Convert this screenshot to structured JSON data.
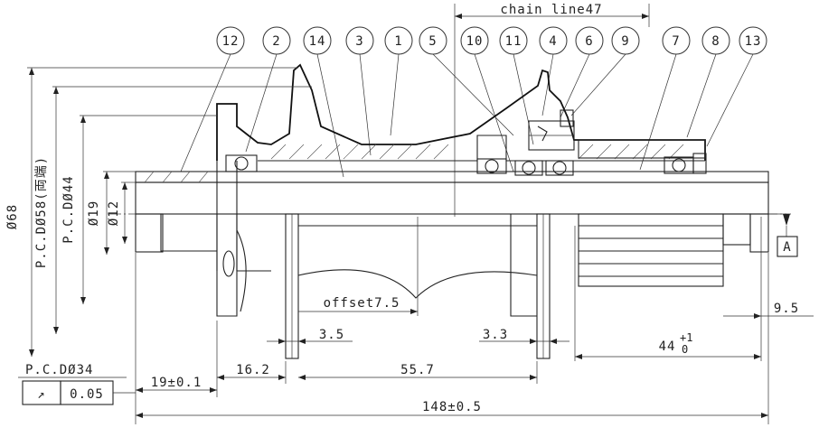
{
  "balloons": [
    "12",
    "2",
    "14",
    "3",
    "1",
    "5",
    "10",
    "11",
    "4",
    "6",
    "9",
    "7",
    "8",
    "13"
  ],
  "dimensions": {
    "chain_line": "chain line47",
    "d68": "Ø68",
    "pcd58": "P.C.DØ58(両端)",
    "pcd44": "P.C.DØ44",
    "d19": "Ø19",
    "d12": "Ø12",
    "offset": "offset7.5",
    "d35": "3.5",
    "d33": "3.3",
    "d44": "44",
    "d44_tol_upper": "+1",
    "d44_tol_lower": "0",
    "d95": "9.5",
    "pcd34": "P.C.DØ34",
    "d19pm": "19±0.1",
    "d162": "16.2",
    "d557": "55.7",
    "d148": "148±0.5"
  },
  "datum": "A",
  "runout": {
    "symbol": "↗",
    "value": "0.05"
  }
}
